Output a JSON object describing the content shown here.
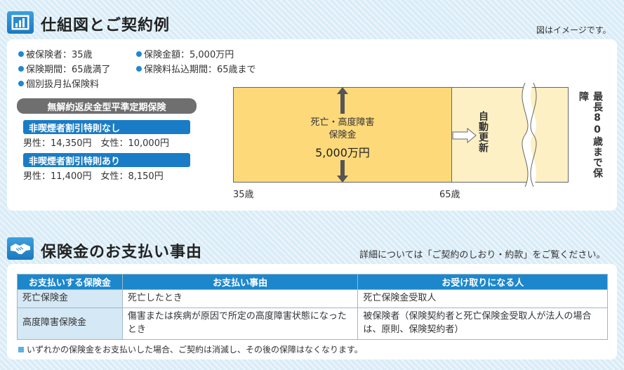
{
  "section1": {
    "icon": "bar-chart-icon",
    "title": "仕組図とご契約例",
    "note": "図はイメージです。",
    "bullets": [
      "被保険者：35歳",
      "保険金額：5,000万円",
      "保険期間：65歳満了",
      "保険料払込期間：65歳まで",
      "個別扱月払保険料"
    ],
    "product_badge": "無解約返戻金型平準定期保険",
    "plans": [
      {
        "label": "非喫煙者割引特則なし",
        "price": "男性：14,350円　女性：10,000円"
      },
      {
        "label": "非喫煙者割引特則あり",
        "price": "男性：11,400円　女性：8,150円"
      }
    ],
    "diagram": {
      "main_label_line1": "死亡・高度障害",
      "main_label_line2": "保険金",
      "main_amount": "5,000万円",
      "renew_label": "自動更新",
      "guarantee_label": "最長80歳まで保障",
      "start_age": "35歳",
      "end_age": "65歳"
    }
  },
  "section2": {
    "icon": "handshake-icon",
    "title": "保険金のお支払い事由",
    "note": "詳細については「ご契約のしおり・約款」をご覧ください。",
    "table": {
      "headers": [
        "お支払いする保険金",
        "お支払い事由",
        "お受け取りになる人"
      ],
      "rows": [
        [
          "死亡保険金",
          "死亡したとき",
          "死亡保険金受取人"
        ],
        [
          "高度障害保険金",
          "傷害または疾病が原因で所定の高度障害状態になったとき",
          "被保険者（保険契約者と死亡保険金受取人が法人の場合は、原則、保険契約者）"
        ]
      ]
    },
    "footnote": "いずれかの保険金をお支払いした場合、ご契約は消滅し、その後の保障はなくなります。"
  },
  "colors": {
    "accent_blue": "#1a7cc6",
    "box_yellow": "#fdd97a",
    "renew_cream": "#fdf0c4"
  }
}
